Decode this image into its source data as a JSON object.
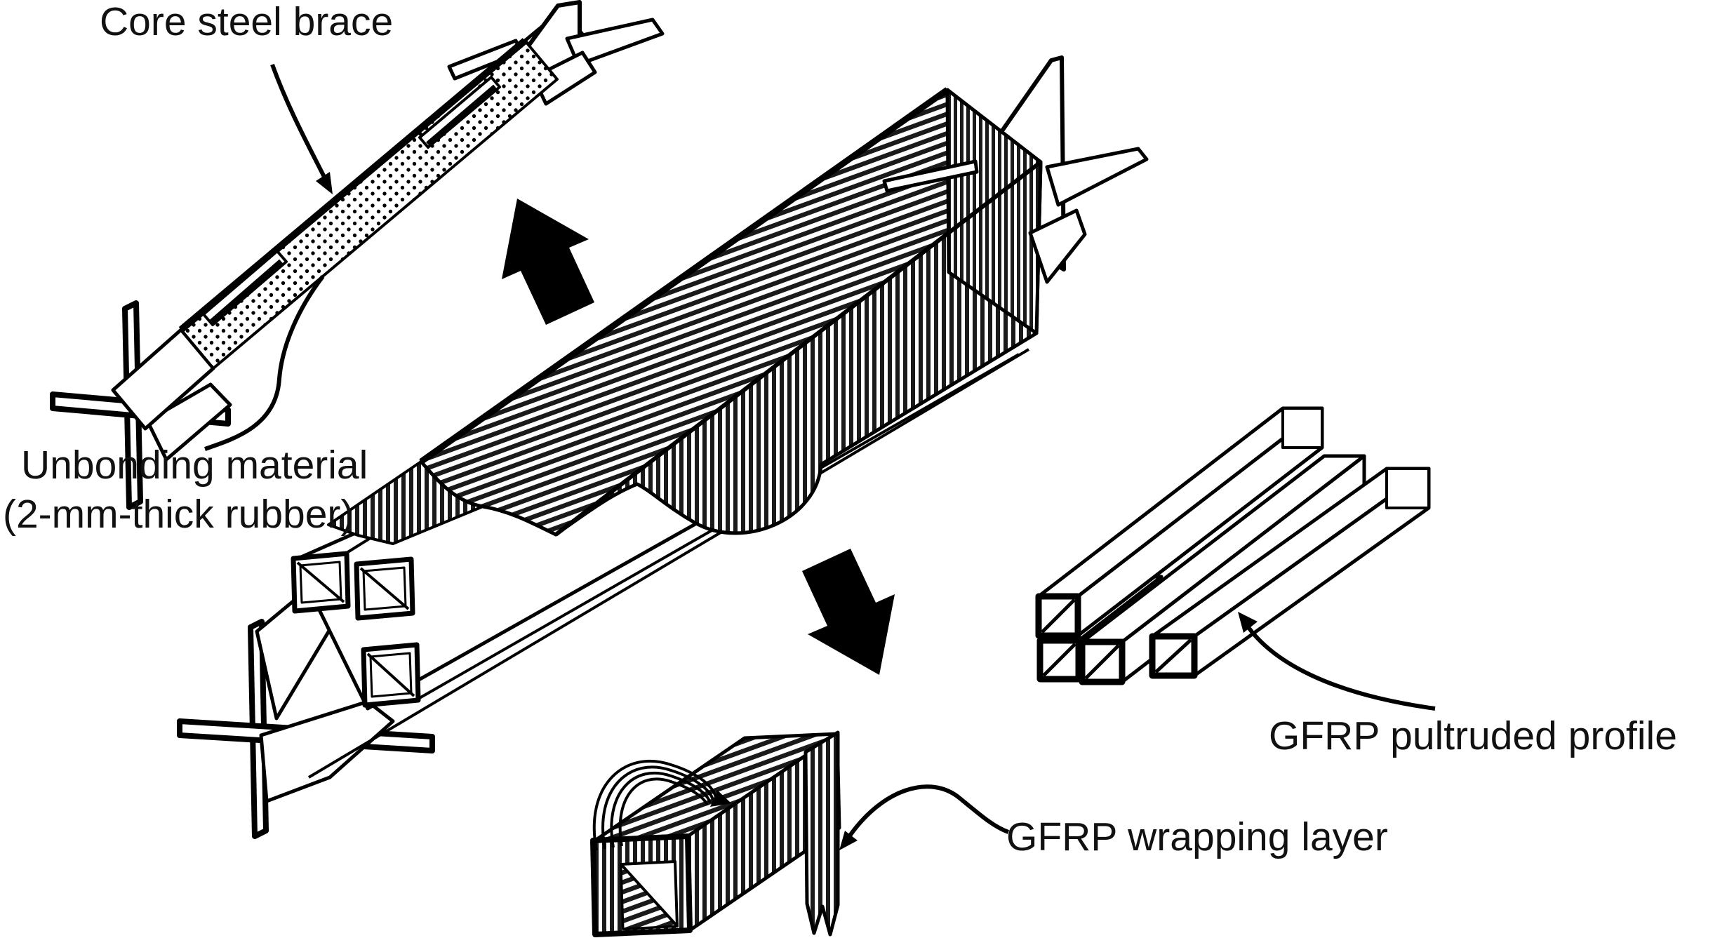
{
  "figure": {
    "type": "technical-diagram",
    "subject": "Exploded view of a GFRP buckling-restrained composite brace",
    "colors": {
      "ink": "#000000",
      "paper": "#ffffff"
    },
    "labels": {
      "core_steel_brace": "Core steel brace",
      "unbonding_material_line1": "Unbonding material",
      "unbonding_material_line2": "(2-mm-thick rubber)",
      "gfrp_pultruded_profile": "GFRP pultruded profile",
      "gfrp_wrapping_layer": "GFRP wrapping layer"
    },
    "icons": [
      {
        "name": "up-left-arrow",
        "meaning": "points from assembled brace toward core steel brace"
      },
      {
        "name": "down-right-arrow",
        "meaning": "points from assembled brace toward GFRP wrapping layer sample"
      }
    ]
  }
}
